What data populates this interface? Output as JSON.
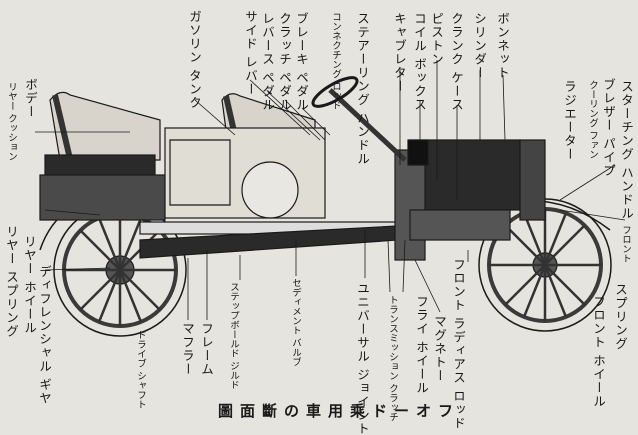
{
  "title": "圖面斷の車用乘ドーオフ",
  "labels": {
    "rear_cushion": "リヤー クッション",
    "body": "ボデー",
    "gasoline_tank": "ガソリン タンク",
    "side_lever": "サイド レバー",
    "reverse_pedal": "レバース ペダル",
    "clutch_pedal": "クラッチ ペダル",
    "brake_pedal": "ブレーキ ペダル",
    "connecting_rod": "コンネクチング ロッド",
    "steering_handle": "ステアーリング ハンドル",
    "carburetor": "キャブレター",
    "coil_box": "コイル ボックス",
    "piston": "ピストン",
    "crank_case": "クランク ケース",
    "cylinder": "シリンダー",
    "bonnet": "ボンネット",
    "starting_handle": "スターチング ハンドル",
    "breather_pipe": "ブレザー パイプ",
    "cooling_fan": "クーリング ファン",
    "radiator": "ラジエーター",
    "front": "フロント",
    "front_spring": "スプリング",
    "front_wheel": "フロント ホイール",
    "front_radius_rod": "フロント ラディアス ロッド",
    "magneto": "マグネトー",
    "fly_wheel": "フライ ホイール",
    "transmission_clutch": "トランスミッション クラッチ",
    "universal_joint": "ユニバーサル ジョイント",
    "sediment_valve": "セディメント バルブ",
    "step_board_shield": "ステップボールド ジルド",
    "frame": "フレーム",
    "muffler": "マフラー",
    "drive_shaft": "ドライブ シャフト",
    "differential_gear": "ディフレンシャル ギヤ",
    "rear_wheel": "リヤー ホイール",
    "rear_spring": "リヤー スプリング"
  }
}
